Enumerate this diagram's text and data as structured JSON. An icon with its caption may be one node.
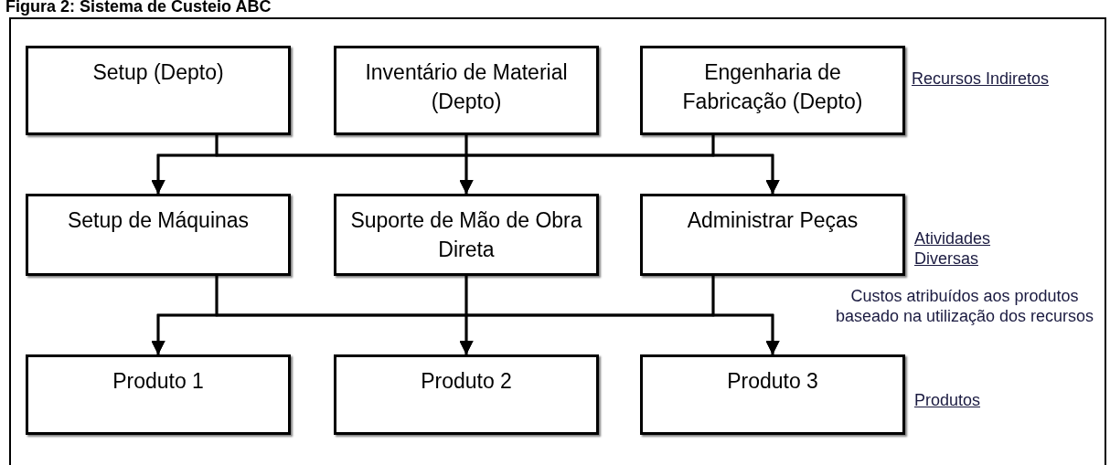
{
  "diagram": {
    "title": "Figura 2: Sistema de Custeio ABC",
    "nodes": [
      {
        "text": [
          "Setup (Depto)"
        ]
      },
      {
        "text": [
          "Inventário de Material (Depto)"
        ]
      },
      {
        "text": [
          "Engenharia de Fabricação (Depto)"
        ]
      },
      {
        "text": [
          "Setup de Máquinas"
        ]
      },
      {
        "text": [
          "Suporte de Mão de Obra Direta"
        ]
      },
      {
        "text": [
          "Administrar Peças"
        ]
      },
      {
        "text": [
          "Produto 1"
        ]
      },
      {
        "text": [
          "Produto 2"
        ]
      },
      {
        "text": [
          "Produto 3"
        ]
      }
    ],
    "edges": [
      {
        "from": 0,
        "to": 3,
        "arrow": "to"
      },
      {
        "from": 0,
        "to": 4,
        "arrow": "to"
      },
      {
        "from": 0,
        "to": 5,
        "arrow": "to"
      },
      {
        "from": 1,
        "to": 3,
        "arrow": "to"
      },
      {
        "from": 1,
        "to": 4,
        "arrow": "to"
      },
      {
        "from": 1,
        "to": 5,
        "arrow": "to"
      },
      {
        "from": 2,
        "to": 3,
        "arrow": "to"
      },
      {
        "from": 2,
        "to": 4,
        "arrow": "to"
      },
      {
        "from": 2,
        "to": 5,
        "arrow": "to"
      },
      {
        "from": 3,
        "to": 6,
        "arrow": "to"
      },
      {
        "from": 3,
        "to": 7,
        "arrow": "to"
      },
      {
        "from": 3,
        "to": 8,
        "arrow": "to"
      },
      {
        "from": 4,
        "to": 6,
        "arrow": "to"
      },
      {
        "from": 4,
        "to": 7,
        "arrow": "to"
      },
      {
        "from": 4,
        "to": 8,
        "arrow": "to"
      },
      {
        "from": 5,
        "to": 6,
        "arrow": "to"
      },
      {
        "from": 5,
        "to": 7,
        "arrow": "to"
      },
      {
        "from": 5,
        "to": 8,
        "arrow": "to"
      }
    ],
    "labels": [
      "Recursos Indiretos",
      "Atividades Diversas",
      "Custos atribuídos aos produtos baseado na utilização dos recursos",
      "Produtos"
    ]
  }
}
